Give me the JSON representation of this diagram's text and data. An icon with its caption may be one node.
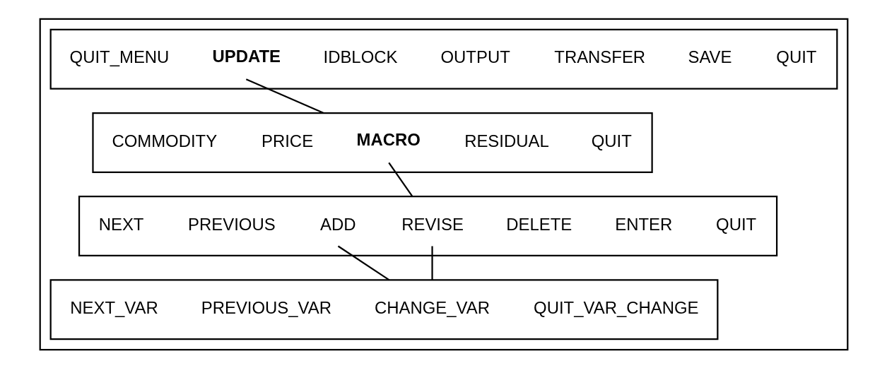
{
  "diagram": {
    "nodes": [
      {
        "text": [],
        "shape": "box"
      },
      {
        "text": [],
        "shape": "box",
        "in": 0
      },
      {
        "text": [
          "QUIT_MENU"
        ],
        "in": 1
      },
      {
        "text": [
          "UPDATE"
        ],
        "in": 1
      },
      {
        "text": [
          "IDBLOCK"
        ],
        "in": 1
      },
      {
        "text": [
          "OUTPUT"
        ],
        "in": 1
      },
      {
        "text": [
          "TRANSFER"
        ],
        "in": 1
      },
      {
        "text": [
          "SAVE"
        ],
        "in": 1
      },
      {
        "text": [
          "QUIT"
        ],
        "in": 1
      },
      {
        "text": [],
        "shape": "box",
        "in": 0
      },
      {
        "text": [
          "COMMODITY"
        ],
        "in": 9
      },
      {
        "text": [
          "PRICE"
        ],
        "in": 9
      },
      {
        "text": [
          "MACRO"
        ],
        "in": 9
      },
      {
        "text": [
          "RESIDUAL"
        ],
        "in": 9
      },
      {
        "text": [
          "QUIT"
        ],
        "in": 9
      },
      {
        "text": [],
        "shape": "box",
        "in": 0
      },
      {
        "text": [
          "NEXT"
        ],
        "in": 15
      },
      {
        "text": [
          "PREVIOUS"
        ],
        "in": 15
      },
      {
        "text": [
          "ADD"
        ],
        "in": 15
      },
      {
        "text": [
          "REVISE"
        ],
        "in": 15
      },
      {
        "text": [
          "DELETE"
        ],
        "in": 15
      },
      {
        "text": [
          "ENTER"
        ],
        "in": 15
      },
      {
        "text": [
          "QUIT"
        ],
        "in": 15
      },
      {
        "text": [],
        "shape": "box",
        "in": 0
      },
      {
        "text": [
          "NEXT_VAR"
        ],
        "in": 23
      },
      {
        "text": [
          "PREVIOUS_VAR"
        ],
        "in": 23
      },
      {
        "text": [
          "CHANGE_VAR"
        ],
        "in": 23
      },
      {
        "text": [
          "QUIT_VAR_CHANGE"
        ],
        "in": 23
      }
    ],
    "edges": [
      {
        "from": 3,
        "to": 9,
        "arrow": "none"
      },
      {
        "from": 12,
        "to": 15,
        "arrow": "none"
      },
      {
        "from": 18,
        "to": 23,
        "arrow": "none"
      },
      {
        "from": 19,
        "to": 23,
        "arrow": "none"
      }
    ]
  }
}
